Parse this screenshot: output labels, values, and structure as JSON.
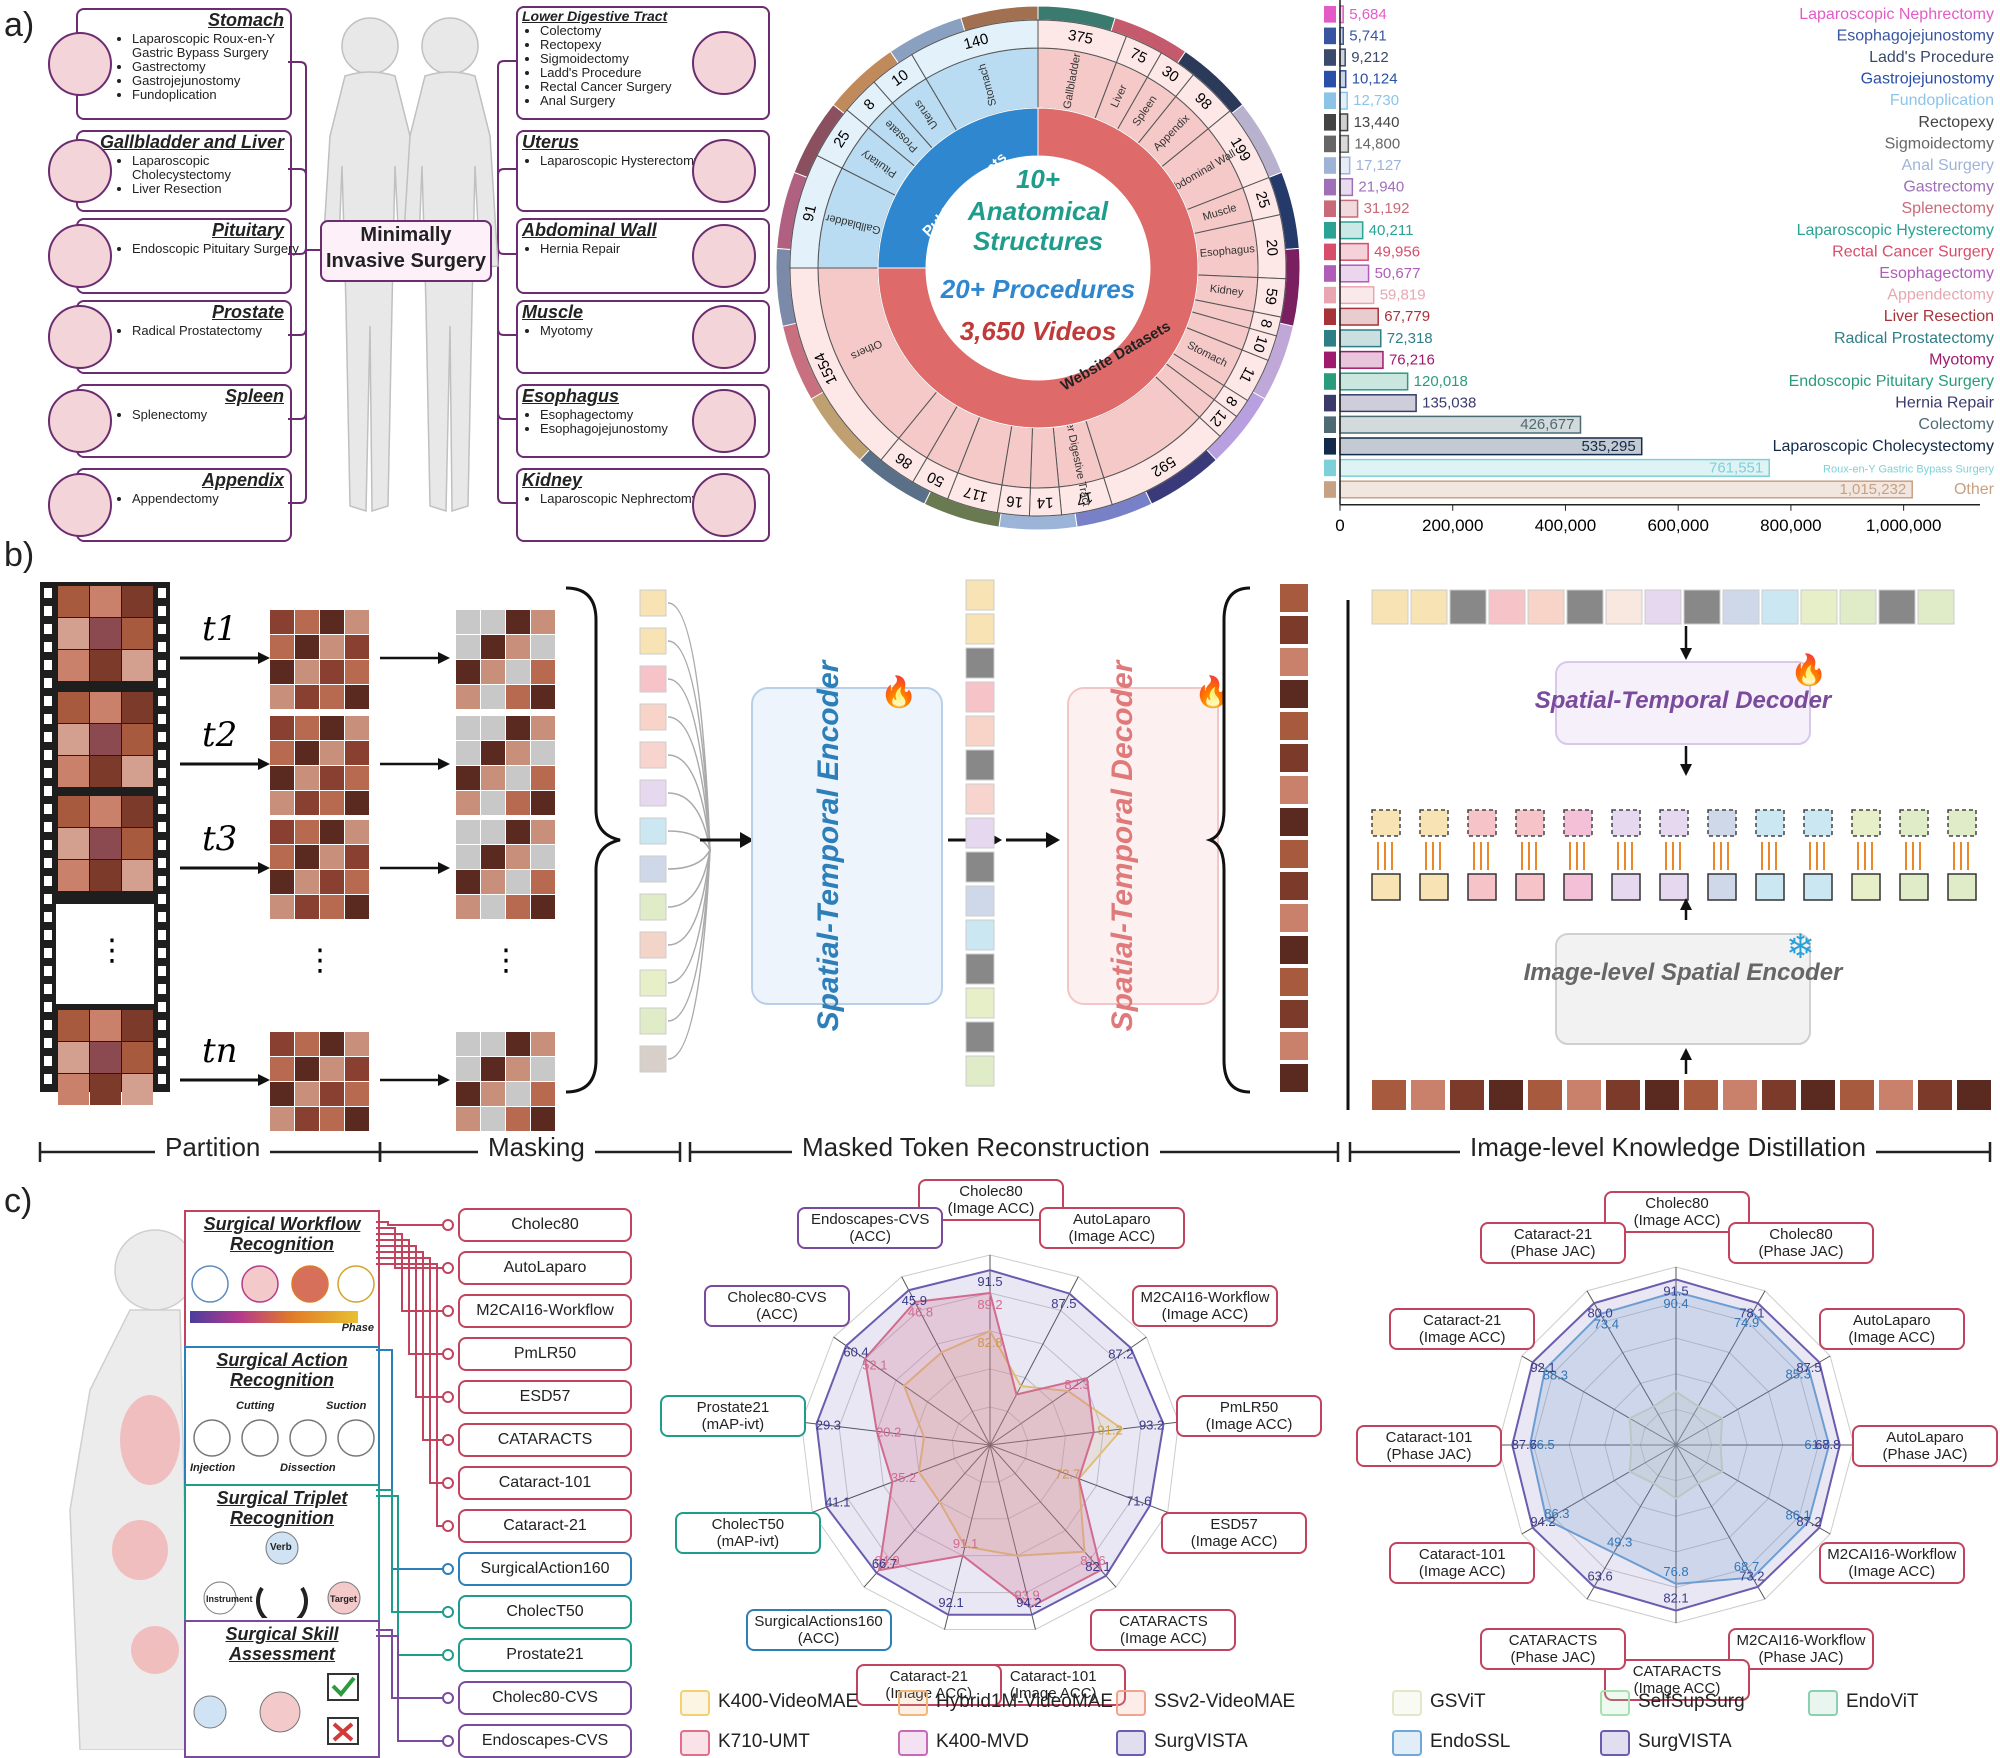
{
  "panels": {
    "a": "a)",
    "b": "b)",
    "c": "c)"
  },
  "organs_left": [
    {
      "title": "Stomach",
      "items": [
        "Laparoscopic Roux-en-Y Gastric Bypass Surgery",
        "Gastrectomy",
        "Gastrojejunostomy",
        "Fundoplication"
      ]
    },
    {
      "title": "Gallbladder and Liver",
      "items": [
        "Laparoscopic Cholecystectomy",
        "Liver Resection"
      ]
    },
    {
      "title": "Pituitary",
      "items": [
        "Endoscopic Pituitary Surgery"
      ]
    },
    {
      "title": "Prostate",
      "items": [
        "Radical Prostatectomy"
      ]
    },
    {
      "title": "Spleen",
      "items": [
        "Splenectomy"
      ]
    },
    {
      "title": "Appendix",
      "items": [
        "Appendectomy"
      ]
    }
  ],
  "organs_right": [
    {
      "title": "Lower Digestive Tract",
      "items": [
        "Colectomy",
        "Rectopexy",
        "Sigmoidectomy",
        "Ladd's Procedure",
        "Rectal Cancer Surgery",
        "Anal Surgery"
      ]
    },
    {
      "title": "Uterus",
      "items": [
        "Laparoscopic Hysterectomy"
      ]
    },
    {
      "title": "Abdominal Wall",
      "items": [
        "Hernia Repair"
      ]
    },
    {
      "title": "Muscle",
      "items": [
        "Myotomy"
      ]
    },
    {
      "title": "Esophagus",
      "items": [
        "Esophagectomy",
        "Esophagojejunostomy"
      ]
    },
    {
      "title": "Kidney",
      "items": [
        "Laparoscopic Nephrectomy"
      ]
    }
  ],
  "center_label": "Minimally Invasive Surgery",
  "donut": {
    "line1": "10+",
    "line2": "Anatomical",
    "line3": "Structures",
    "line4": "20+ Procedures",
    "line5": "3,650 Videos",
    "inner_public": "Public Datasets",
    "inner_website": "Website Datasets",
    "public_sectors": [
      {
        "name": "Gallbladder",
        "count": "91"
      },
      {
        "name": "Pituitary",
        "count": "25"
      },
      {
        "name": "Prostate",
        "count": "8"
      },
      {
        "name": "Uterus",
        "count": "10"
      },
      {
        "name": "Stomach",
        "count": "140"
      }
    ],
    "website_sectors": [
      {
        "name": "Gallbladder",
        "count": "375"
      },
      {
        "name": "Liver",
        "count": "75"
      },
      {
        "name": "Spleen",
        "count": "30"
      },
      {
        "name": "Appendix",
        "count": "98"
      },
      {
        "name": "Abdominal Wall",
        "count": "199"
      },
      {
        "name": "Muscle",
        "count": "25"
      },
      {
        "name": "Esophagus",
        "count": "20"
      },
      {
        "name": "Kidney",
        "count": "59"
      },
      {
        "name": "",
        "count": "8"
      },
      {
        "name": "",
        "count": "10"
      },
      {
        "name": "Stomach",
        "count": "11"
      },
      {
        "name": "",
        "count": "8"
      },
      {
        "name": "",
        "count": "12"
      },
      {
        "name": "",
        "count": "592"
      },
      {
        "name": "Lower Digestive Tract",
        "count": "17"
      },
      {
        "name": "",
        "count": "14"
      },
      {
        "name": "",
        "count": "16"
      },
      {
        "name": "",
        "count": "117"
      },
      {
        "name": "",
        "count": "50"
      },
      {
        "name": "",
        "count": "86"
      },
      {
        "name": "Others",
        "count": "1554"
      }
    ]
  },
  "chart_data": {
    "type": "bar",
    "orientation": "horizontal",
    "categories": [
      "Laparoscopic Nephrectomy",
      "Esophagojejunostomy",
      "Ladd's Procedure",
      "Gastrojejunostomy",
      "Fundoplication",
      "Rectopexy",
      "Sigmoidectomy",
      "Anal Surgery",
      "Gastrectomy",
      "Splenectomy",
      "Laparoscopic Hysterectomy",
      "Rectal Cancer Surgery",
      "Esophagectomy",
      "Appendectomy",
      "Liver Resection",
      "Radical Prostatectomy",
      "Myotomy",
      "Endoscopic Pituitary Surgery",
      "Hernia Repair",
      "Colectomy",
      "Laparoscopic Cholecystectomy",
      "Roux-en-Y Gastric Bypass Surgery",
      "Other"
    ],
    "values": [
      5684,
      5741,
      9212,
      10124,
      12730,
      13440,
      14800,
      17127,
      21940,
      31192,
      40211,
      49956,
      50677,
      59819,
      67779,
      72318,
      76216,
      120018,
      135038,
      426677,
      535295,
      761551,
      1015232
    ],
    "value_labels": [
      "5,684",
      "5,741",
      "9,212",
      "10,124",
      "12,730",
      "13,440",
      "14,800",
      "17,127",
      "21,940",
      "31,192",
      "40,211",
      "49,956",
      "50,677",
      "59,819",
      "67,779",
      "72,318",
      "76,216",
      "120,018",
      "135,038",
      "426,677",
      "535,295",
      "761,551",
      "1,015,232"
    ],
    "colors": [
      "#e35bc7",
      "#3a55a0",
      "#3b4a6b",
      "#2a4fa8",
      "#8cc4e8",
      "#444444",
      "#666666",
      "#9fb3d8",
      "#9f6fb8",
      "#c86a78",
      "#2aa294",
      "#d84d6a",
      "#b05cb9",
      "#e8a7b0",
      "#a8323a",
      "#2f7e86",
      "#a01a6e",
      "#2a9c7c",
      "#3a3a6b",
      "#4e6a73",
      "#142a4a",
      "#7ed0d8",
      "#c8a082"
    ],
    "xticks": [
      "0",
      "200,000",
      "400,000",
      "600,000",
      "800,000",
      "1,000,000"
    ],
    "xlim": [
      0,
      1100000
    ]
  },
  "pipeline": {
    "time_labels": [
      "t1",
      "t2",
      "t3",
      "tn"
    ],
    "encoder": "Spatial-Temporal Encoder",
    "decoder": "Spatial-Temporal Decoder",
    "decoder2": "Spatial-Temporal Decoder",
    "image_encoder": "Image-level Spatial Encoder",
    "stages": [
      "Partition",
      "Masking",
      "Masked Token Reconstruction",
      "Image-level Knowledge Distillation"
    ],
    "token_colors": [
      "#f8e3b4",
      "#f8e3b4",
      "#888888",
      "#f6c3c8",
      "#f8d4c8",
      "#888888",
      "#f8d4cf",
      "#e6d8ee",
      "#888888",
      "#cfd8e8",
      "#cbe8f2",
      "#888888",
      "#e6efc8",
      "#888888",
      "#e0ebc8"
    ]
  },
  "tasks": [
    {
      "title": "Surgical Workflow Recognition",
      "sub": "Phase",
      "color": "#c1435e"
    },
    {
      "title": "Surgical Action Recognition",
      "sub1": "Cutting",
      "sub2": "Suction",
      "sub3": "Injection",
      "sub4": "Dissection",
      "color": "#2c7fb8"
    },
    {
      "title": "Surgical Triplet Recognition",
      "sub1": "Verb",
      "sub2": "Instrument",
      "sub3": "Target",
      "color": "#1f9c8b"
    },
    {
      "title": "Surgical Skill Assessment",
      "color": "#7a4a9c"
    }
  ],
  "datasets": [
    {
      "name": "Cholec80",
      "color": "#c1435e"
    },
    {
      "name": "AutoLaparo",
      "color": "#c1435e"
    },
    {
      "name": "M2CAI16-Workflow",
      "color": "#c1435e"
    },
    {
      "name": "PmLR50",
      "color": "#c1435e"
    },
    {
      "name": "ESD57",
      "color": "#c1435e"
    },
    {
      "name": "CATARACTS",
      "color": "#c1435e"
    },
    {
      "name": "Cataract-101",
      "color": "#c1435e"
    },
    {
      "name": "Cataract-21",
      "color": "#c1435e"
    },
    {
      "name": "SurgicalAction160",
      "color": "#2c7fb8"
    },
    {
      "name": "CholecT50",
      "color": "#1f9c8b"
    },
    {
      "name": "Prostate21",
      "color": "#1f9c8b"
    },
    {
      "name": "Cholec80-CVS",
      "color": "#7a4a9c"
    },
    {
      "name": "Endoscapes-CVS",
      "color": "#7a4a9c"
    }
  ],
  "radar1": {
    "axes": [
      {
        "l1": "Cholec80",
        "l2": "(Image ACC)",
        "color": "#c1435e"
      },
      {
        "l1": "AutoLaparo",
        "l2": "(Image ACC)",
        "color": "#c1435e"
      },
      {
        "l1": "M2CAI16-Workflow",
        "l2": "(Image ACC)",
        "color": "#c1435e"
      },
      {
        "l1": "PmLR50",
        "l2": "(Image ACC)",
        "color": "#c1435e"
      },
      {
        "l1": "ESD57",
        "l2": "(Image ACC)",
        "color": "#c1435e"
      },
      {
        "l1": "CATARACTS",
        "l2": "(Image ACC)",
        "color": "#c1435e"
      },
      {
        "l1": "Cataract-101",
        "l2": "(Image ACC)",
        "color": "#c1435e"
      },
      {
        "l1": "Cataract-21",
        "l2": "(Image ACC)",
        "color": "#c1435e"
      },
      {
        "l1": "SurgicalActions160",
        "l2": "(ACC)",
        "color": "#2c7fb8"
      },
      {
        "l1": "CholecT50",
        "l2": "(mAP-ivt)",
        "color": "#1f9c8b"
      },
      {
        "l1": "Prostate21",
        "l2": "(mAP-ivt)",
        "color": "#1f9c8b"
      },
      {
        "l1": "Cholec80-CVS",
        "l2": "(ACC)",
        "color": "#7a4a9c"
      },
      {
        "l1": "Endoscapes-CVS",
        "l2": "(ACC)",
        "color": "#7a4a9c"
      }
    ],
    "surg_vals": [
      "91.5",
      "87.5",
      "87.2",
      "93.2",
      "71.6",
      "82.1",
      "94.2",
      "92.1",
      "66.7",
      "41.1",
      "29.3",
      "60.4",
      "45.9"
    ],
    "surg_r": [
      0.92,
      0.9,
      0.9,
      0.92,
      0.9,
      0.92,
      0.92,
      0.92,
      0.9,
      0.92,
      0.92,
      0.92,
      0.92
    ],
    "k710_vals": [
      "89.2",
      "",
      "82.3",
      "",
      "",
      "81.6",
      "93.9",
      "91.1",
      "64.9",
      "35.2",
      "20.2",
      "52.1",
      "46.8"
    ],
    "k710_r": [
      0.8,
      0.3,
      0.62,
      0.55,
      0.5,
      0.88,
      0.88,
      0.6,
      0.88,
      0.55,
      0.6,
      0.8,
      0.85
    ],
    "k400_vals": [
      "82.8",
      "",
      "",
      "91.2",
      "72.7",
      "",
      "",
      "",
      "",
      "",
      "",
      "",
      ""
    ],
    "k400_r": [
      0.6,
      0.35,
      0.5,
      0.7,
      0.5,
      0.75,
      0.6,
      0.55,
      0.4,
      0.4,
      0.35,
      0.55,
      0.55
    ],
    "legend": [
      {
        "name": "K400-VideoMAE",
        "color": "#f4cf74"
      },
      {
        "name": "Hybrid1M-VideoMAE",
        "color": "#f2b77a"
      },
      {
        "name": "SSv2-VideoMAE",
        "color": "#f0a490"
      },
      {
        "name": "K710-UMT",
        "color": "#e36e8a"
      },
      {
        "name": "K400-MVD",
        "color": "#c66ab8"
      },
      {
        "name": "SurgVISTA",
        "color": "#6b5cb0"
      }
    ]
  },
  "radar2": {
    "axes": [
      {
        "l1": "Cholec80",
        "l2": "(Image ACC)"
      },
      {
        "l1": "Cholec80",
        "l2": "(Phase JAC)"
      },
      {
        "l1": "AutoLaparo",
        "l2": "(Image ACC)"
      },
      {
        "l1": "AutoLaparo",
        "l2": "(Phase JAC)"
      },
      {
        "l1": "M2CAI16-Workflow",
        "l2": "(Image ACC)"
      },
      {
        "l1": "M2CAI16-Workflow",
        "l2": "(Phase JAC)"
      },
      {
        "l1": "CATARACTS",
        "l2": "(Image ACC)"
      },
      {
        "l1": "CATARACTS",
        "l2": "(Phase JAC)"
      },
      {
        "l1": "Cataract-101",
        "l2": "(Image ACC)"
      },
      {
        "l1": "Cataract-101",
        "l2": "(Phase JAC)"
      },
      {
        "l1": "Cataract-21",
        "l2": "(Image ACC)"
      },
      {
        "l1": "Cataract-21",
        "l2": "(Phase JAC)"
      }
    ],
    "surg_vals": [
      "91.5",
      "78.1",
      "87.5",
      "68.8",
      "87.2",
      "73.2",
      "82.1",
      "63.6",
      "94.2",
      "87.6",
      "92.1",
      "80.0"
    ],
    "surg_r": [
      0.93,
      0.92,
      0.93,
      0.92,
      0.93,
      0.92,
      0.93,
      0.92,
      0.93,
      0.92,
      0.93,
      0.92
    ],
    "endossl_vals": [
      "90.4",
      "74.9",
      "85.3",
      "61.7",
      "86.1",
      "68.7",
      "76.8",
      "49.3",
      "86.3",
      "76.5",
      "88.3",
      "73.4"
    ],
    "endossl_r": [
      0.86,
      0.86,
      0.86,
      0.86,
      0.86,
      0.86,
      0.78,
      0.7,
      0.84,
      0.82,
      0.85,
      0.85
    ],
    "legend": [
      {
        "name": "GSViT",
        "color": "#e0e8c8"
      },
      {
        "name": "SelfSupSurg",
        "color": "#a8e0b0"
      },
      {
        "name": "EndoViT",
        "color": "#8bd0b0"
      },
      {
        "name": "EndoSSL",
        "color": "#6fa8d8"
      },
      {
        "name": "SurgVISTA",
        "color": "#6b5cb0"
      }
    ]
  }
}
